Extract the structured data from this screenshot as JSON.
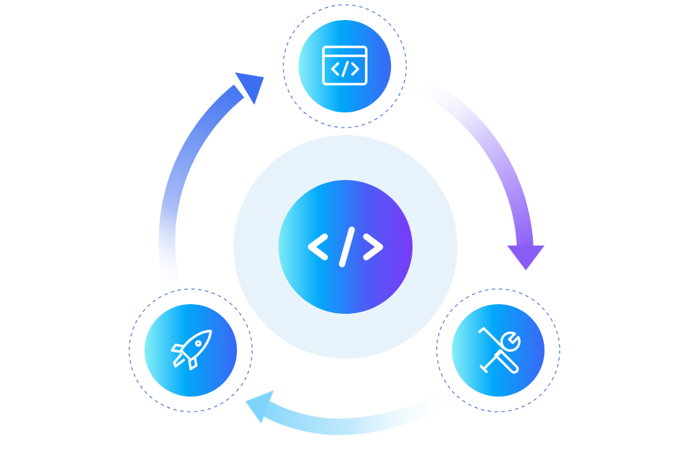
{
  "diagram": {
    "kind": "cycle",
    "center": {
      "icon": "code-brackets-icon"
    },
    "stages": [
      {
        "id": "code",
        "icon": "browser-code-icon"
      },
      {
        "id": "build",
        "icon": "tools-icon"
      },
      {
        "id": "launch",
        "icon": "rocket-icon"
      }
    ],
    "arrows": [
      {
        "from": "launch",
        "to": "code",
        "color": "#3b6ff0"
      },
      {
        "from": "code",
        "to": "build",
        "color": "#8a5cf6"
      },
      {
        "from": "build",
        "to": "launch",
        "color": "#7fd4fb"
      }
    ]
  },
  "colors": {
    "node_gradient_start": "#87f0f8",
    "node_gradient_mid": "#00a8fa",
    "node_gradient_end": "#3a68f5",
    "center_gradient_end": "#7b3af7",
    "halo": "#e6f3fb",
    "dashed_ring": "#4d7ad8",
    "icon_stroke": "#ffffff"
  }
}
